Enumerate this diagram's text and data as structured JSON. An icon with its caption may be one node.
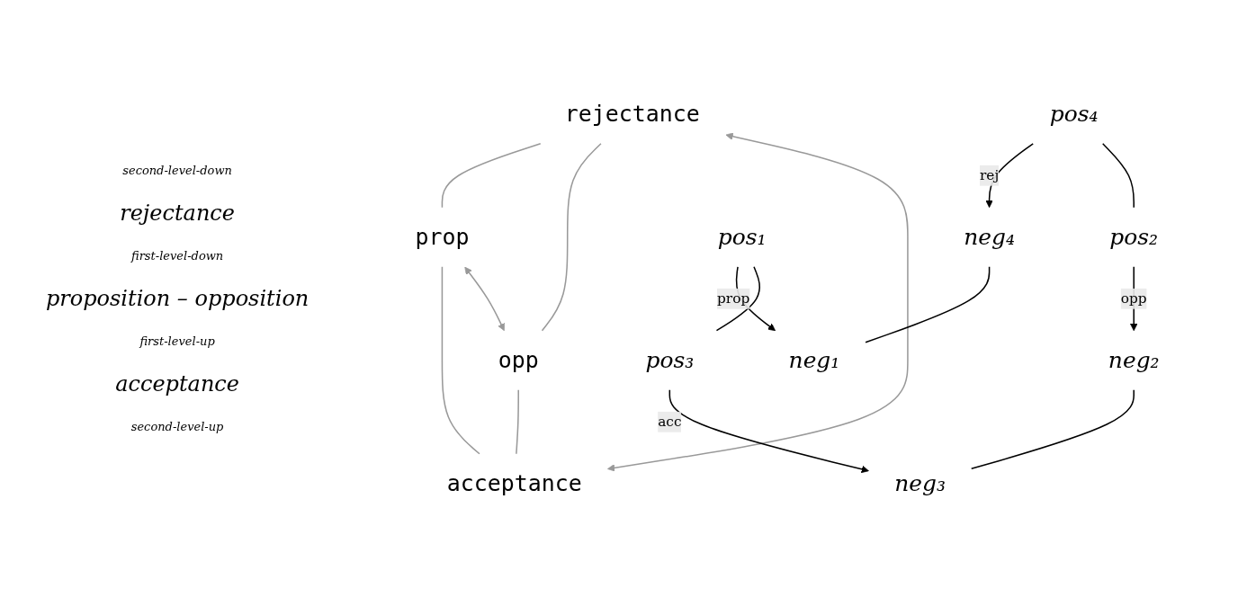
{
  "diagram": {
    "nodes": [
      {
        "text": [
          "rejectance"
        ]
      },
      {
        "text": [
          "prop"
        ]
      },
      {
        "text": [
          "opp"
        ]
      },
      {
        "text": [
          "acceptance"
        ]
      },
      {
        "text": [
          "neg₄"
        ]
      },
      {
        "text": [
          "pos₄"
        ]
      },
      {
        "text": [
          "pos₁"
        ]
      },
      {
        "text": [
          "neg₁"
        ]
      },
      {
        "text": [
          "pos₂"
        ]
      },
      {
        "text": [
          "neg₂"
        ]
      },
      {
        "text": [
          "pos₃"
        ]
      },
      {
        "text": [
          "neg₃"
        ]
      }
    ],
    "edges": [
      {
        "from": 0,
        "to": 1,
        "arrow": "none",
        "color": "#999999"
      },
      {
        "from": 0,
        "to": 2,
        "arrow": "none",
        "color": "#999999"
      },
      {
        "from": 1,
        "to": 3,
        "arrow": "none",
        "color": "#999999"
      },
      {
        "from": 2,
        "to": 3,
        "arrow": "none",
        "color": "#999999"
      },
      {
        "from": 0,
        "to": 3,
        "arrow": "both",
        "color": "#999999"
      },
      {
        "from": 1,
        "to": 2,
        "arrow": "both",
        "color": "#999999"
      },
      {
        "from": 5,
        "to": 4,
        "arrow": "to",
        "label": "rej"
      },
      {
        "from": 4,
        "to": 7,
        "arrow": "none"
      },
      {
        "from": 5,
        "to": 8,
        "arrow": "none"
      },
      {
        "from": 6,
        "to": 7,
        "arrow": "to",
        "label": "prop"
      },
      {
        "from": 8,
        "to": 9,
        "arrow": "to",
        "label": "opp"
      },
      {
        "from": 6,
        "to": 10,
        "arrow": "none"
      },
      {
        "from": 9,
        "to": 11,
        "arrow": "none"
      },
      {
        "from": 10,
        "to": 11,
        "arrow": "to",
        "label": "acc"
      }
    ],
    "labels": [
      "second-level-down",
      "rejectance",
      "first-level-down",
      "proposition – opposition",
      "first-level-up",
      "acceptance",
      "second-level-up"
    ]
  }
}
